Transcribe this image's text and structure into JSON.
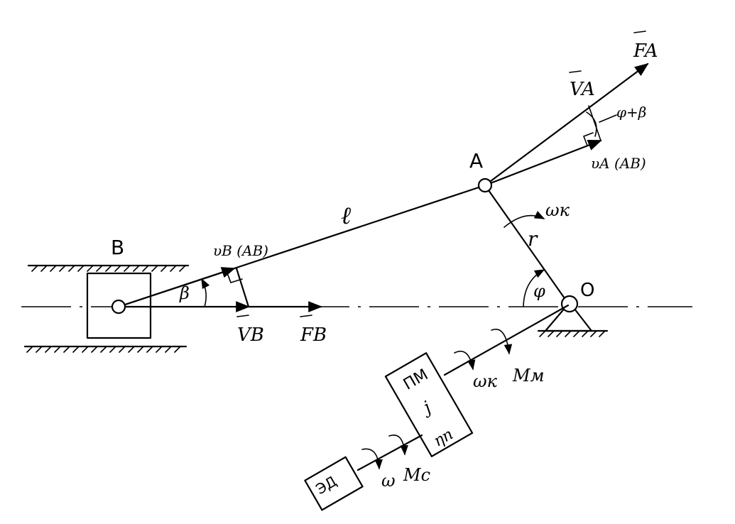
{
  "labels": {
    "B": "B",
    "A": "A",
    "O": "O",
    "l": "ℓ",
    "r": "r",
    "beta": "β",
    "phi": "φ",
    "phi_plus_beta": "φ+β",
    "omega_k_top": "ωк",
    "vB_AB": "υB (AB)",
    "vA_AB": "υA (AB)",
    "VA": "VA",
    "FA": "FA",
    "VB": "VB",
    "FB": "FB",
    "PM": "ПМ",
    "j": "j",
    "eta_p": "ηп",
    "omega_k_bottom": "ωк",
    "M_m": "Мм",
    "ED": "ЭД",
    "omega": "ω",
    "M_c": "Мс"
  }
}
